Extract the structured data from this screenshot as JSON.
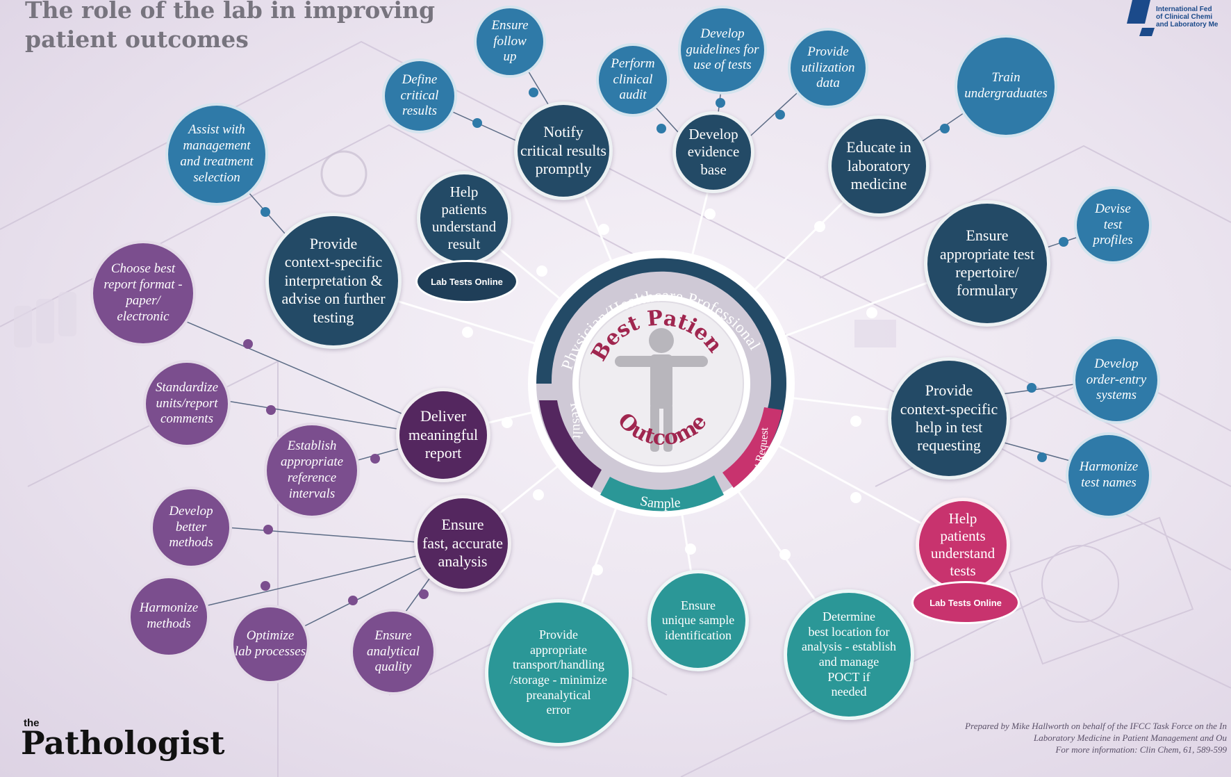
{
  "title": "The role of the lab in improving\npatient outcomes",
  "hub": {
    "ring_label": "Physician/Healthcare Professional",
    "center_top": "Best Patient",
    "center_bottom": "Outcome",
    "segments": [
      "Result",
      "Sample",
      "Test Request"
    ],
    "colors": {
      "navy": "#234a66",
      "plum": "#54275f",
      "teal": "#2b9797",
      "pink": "#c8336e",
      "ring": "#cfc9d6"
    }
  },
  "nodes": {
    "notify": "Notify\ncritical results\npromptly",
    "help_result": "Help\npatients\nunderstand\nresult",
    "evidence": "Develop\nevidence\nbase",
    "educate": "Educate in\nlaboratory\nmedicine",
    "context_interp": "Provide\ncontext-specific\ninterpretation &\nadvise on further\ntesting",
    "repertoire": "Ensure\nappropriate test\nrepertoire/\nformulary",
    "deliver": "Deliver\nmeaningful\nreport",
    "context_help": "Provide\ncontext-specific\nhelp in test\nrequesting",
    "fast": "Ensure\nfast, accurate\nanalysis",
    "help_tests": "Help\npatients\nunderstand\ntests",
    "transport": "Provide\nappropriate\ntransport/handling\n/storage - minimize\npreanalytical\nerror",
    "unique_id": "Ensure\nunique sample\nidentification",
    "location": "Determine\nbest location for\nanalysis - establish\nand manage\nPOCT if\nneeded"
  },
  "minor": {
    "ensure_followup": "Ensure\nfollow\nup",
    "define_critical": "Define\ncritical\nresults",
    "develop_guidelines": "Develop\nguidelines for\nuse of tests",
    "perform_audit": "Perform\nclinical\naudit",
    "utilization": "Provide\nutilization\ndata",
    "train": "Train\nundergraduates",
    "assist": "Assist with\nmanagement\nand treatment\nselection",
    "devise": "Devise\ntest\nprofiles",
    "choose_format": "Choose best\nreport format -\npaper/\nelectronic",
    "standardize": "Standardize\nunits/report\ncomments",
    "reference": "Establish\nappropriate\nreference\nintervals",
    "order_entry": "Develop\norder-entry\nsystems",
    "harmonize_names": "Harmonize\ntest names",
    "better_methods": "Develop\nbetter\nmethods",
    "harmonize_methods": "Harmonize\nmethods",
    "optimize": "Optimize\nlab processes",
    "analytical": "Ensure\nanalytical\nquality"
  },
  "badges": {
    "lab_tests_online_1": "Lab Tests Online",
    "lab_tests_online_2": "Lab Tests Online"
  },
  "brand": {
    "small": "the",
    "name": "Pathologist"
  },
  "logo_text": "International Fed\nof Clinical Chemi\nand Laboratory Me",
  "credit": "Prepared by Mike Hallworth on behalf of the IFCC Task Force on the In\nLaboratory Medicine in Patient Management and Ou\nFor more information: Clin Chem, 61, 589-599"
}
